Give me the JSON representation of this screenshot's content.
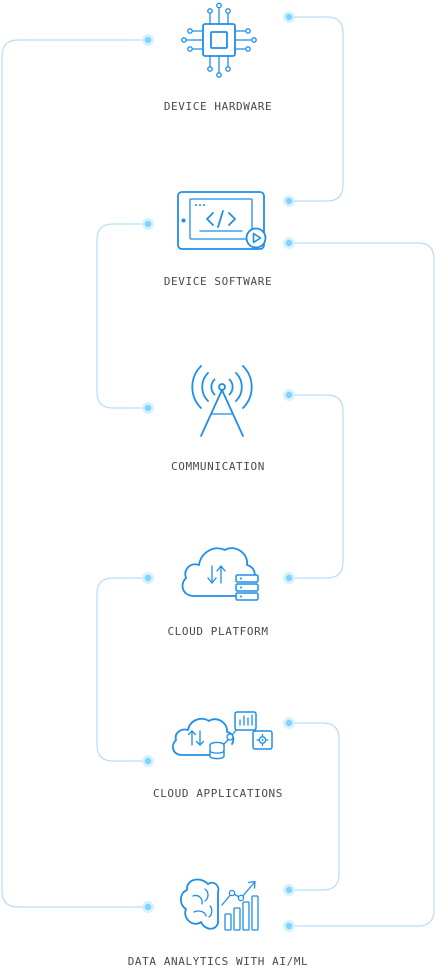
{
  "colors": {
    "icon": "#1e8ee8",
    "connector": "#b9ddf5",
    "node_glow": "#7fd3ff",
    "label": "#444a52"
  },
  "steps": [
    {
      "label": "DEVICE HARDWARE",
      "icon": "chip-icon"
    },
    {
      "label": "DEVICE SOFTWARE",
      "icon": "code-tablet-icon"
    },
    {
      "label": "COMMUNICATION",
      "icon": "antenna-icon"
    },
    {
      "label": "CLOUD PLATFORM",
      "icon": "cloud-server-icon"
    },
    {
      "label": "CLOUD APPLICATIONS",
      "icon": "cloud-apps-icon"
    },
    {
      "label": "DATA ANALYTICS WITH AI/ML",
      "icon": "brain-analytics-icon"
    }
  ]
}
